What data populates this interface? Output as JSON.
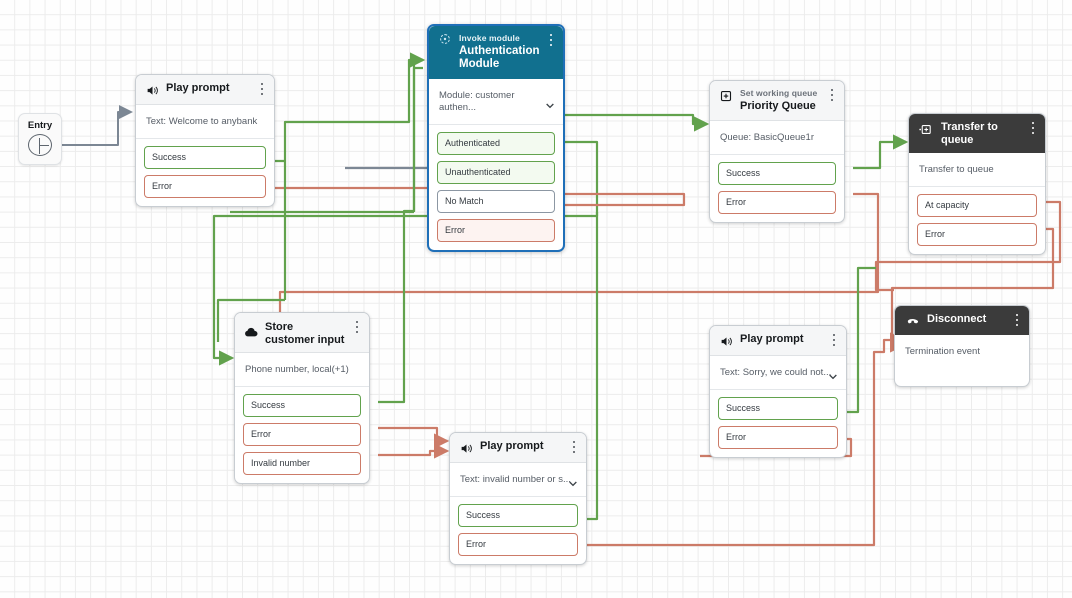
{
  "canvas": {
    "background": "#fefefe",
    "grid_color": "#ececec",
    "grid_size": 15
  },
  "colors": {
    "success_wire": "#62a24d",
    "error_wire": "#cc7b68",
    "neutral_wire": "#7c8794",
    "entry_wire": "#7c8794",
    "teal_header": "#11708f",
    "dark_header": "#3b3b3b",
    "selection": "#1f6fb8"
  },
  "entry": {
    "label": "Entry",
    "icon": "entry-play-icon"
  },
  "nodes": [
    {
      "id": "play-welcome",
      "icon": "speaker-icon",
      "title": "Play prompt",
      "body": "Text: Welcome to anybank",
      "has_chevron": false,
      "ports": [
        {
          "label": "Success",
          "kind": "ok"
        },
        {
          "label": "Error",
          "kind": "err"
        }
      ]
    },
    {
      "id": "auth-module",
      "icon": "invoke-module-icon",
      "subtitle": "Invoke module",
      "title": "Authentication Module",
      "body": "Module: customer authen...",
      "has_chevron": true,
      "selected": true,
      "header_style": "teal",
      "ports": [
        {
          "label": "Authenticated",
          "kind": "okfill"
        },
        {
          "label": "Unauthenticated",
          "kind": "okfill"
        },
        {
          "label": "No Match",
          "kind": "neutral"
        },
        {
          "label": "Error",
          "kind": "errfill"
        }
      ]
    },
    {
      "id": "set-working-queue",
      "icon": "queue-icon",
      "subtitle": "Set working queue",
      "title": "Priority Queue",
      "body": "Queue: BasicQueue1r",
      "has_chevron": false,
      "ports": [
        {
          "label": "Success",
          "kind": "ok"
        },
        {
          "label": "Error",
          "kind": "err"
        }
      ]
    },
    {
      "id": "transfer-to-queue",
      "icon": "transfer-icon",
      "title": "Transfer to queue",
      "header_style": "dark",
      "body": "Transfer to queue",
      "has_chevron": false,
      "ports": [
        {
          "label": "At capacity",
          "kind": "err"
        },
        {
          "label": "Error",
          "kind": "err"
        }
      ]
    },
    {
      "id": "store-customer-input",
      "icon": "store-input-icon",
      "title": "Store customer input",
      "body": "Phone number, local(+1)",
      "has_chevron": false,
      "ports": [
        {
          "label": "Success",
          "kind": "ok"
        },
        {
          "label": "Error",
          "kind": "err"
        },
        {
          "label": "Invalid number",
          "kind": "err"
        }
      ]
    },
    {
      "id": "play-invalid",
      "icon": "speaker-icon",
      "title": "Play prompt",
      "body": "Text: invalid number or s...",
      "has_chevron": true,
      "ports": [
        {
          "label": "Success",
          "kind": "ok"
        },
        {
          "label": "Error",
          "kind": "err"
        }
      ]
    },
    {
      "id": "play-sorry",
      "icon": "speaker-icon",
      "title": "Play prompt",
      "body": "Text: Sorry, we could not...",
      "has_chevron": true,
      "ports": [
        {
          "label": "Success",
          "kind": "ok"
        },
        {
          "label": "Error",
          "kind": "err"
        }
      ]
    },
    {
      "id": "disconnect",
      "icon": "disconnect-icon",
      "title": "Disconnect",
      "header_style": "dark",
      "body": "Termination event",
      "has_chevron": false,
      "ports": []
    }
  ]
}
